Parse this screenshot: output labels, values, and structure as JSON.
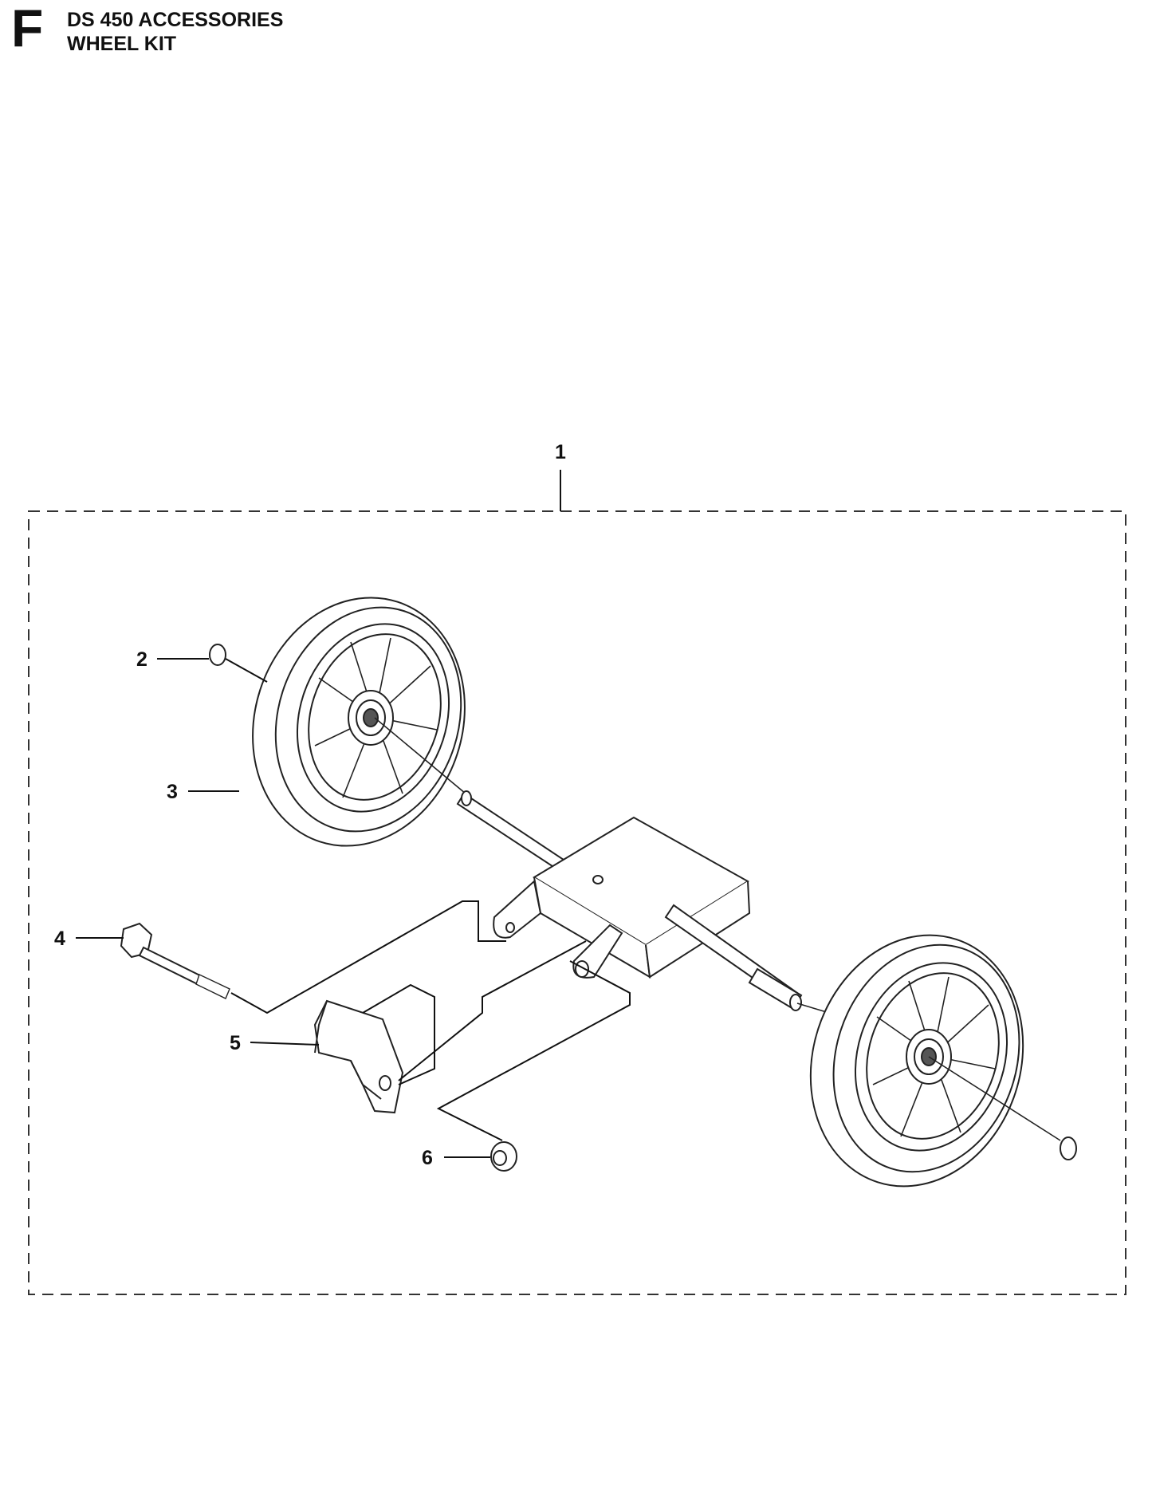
{
  "header": {
    "section_letter": "F",
    "title_line1": "DS 450 ACCESSORIES",
    "title_line2": "WHEEL KIT"
  },
  "callouts": [
    {
      "id": "1",
      "label": "1",
      "part": "wheel-kit-assembly"
    },
    {
      "id": "2",
      "label": "2",
      "part": "retaining-ring"
    },
    {
      "id": "3",
      "label": "3",
      "part": "wheel"
    },
    {
      "id": "4",
      "label": "4",
      "part": "bolt"
    },
    {
      "id": "5",
      "label": "5",
      "part": "bracket"
    },
    {
      "id": "6",
      "label": "6",
      "part": "nut"
    }
  ]
}
